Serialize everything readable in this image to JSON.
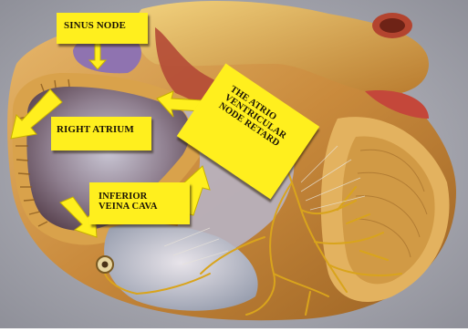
{
  "labels": {
    "sinus_node": "SINUS NODE",
    "right_atrium": "RIGHT ATRIUM",
    "inferior_vena_cava": [
      "INFERIOR",
      "VEINA CAVA"
    ],
    "av_node": [
      "THE ATRIO",
      "VENTRICULAR",
      "NODE RETARD"
    ]
  },
  "colors": {
    "label_bg": "#ffef1e",
    "arrow": "#ffef1e",
    "conduction_fibers": "#d9a41c",
    "myocardium": "#c88a3e",
    "background": "#a9aab3"
  }
}
